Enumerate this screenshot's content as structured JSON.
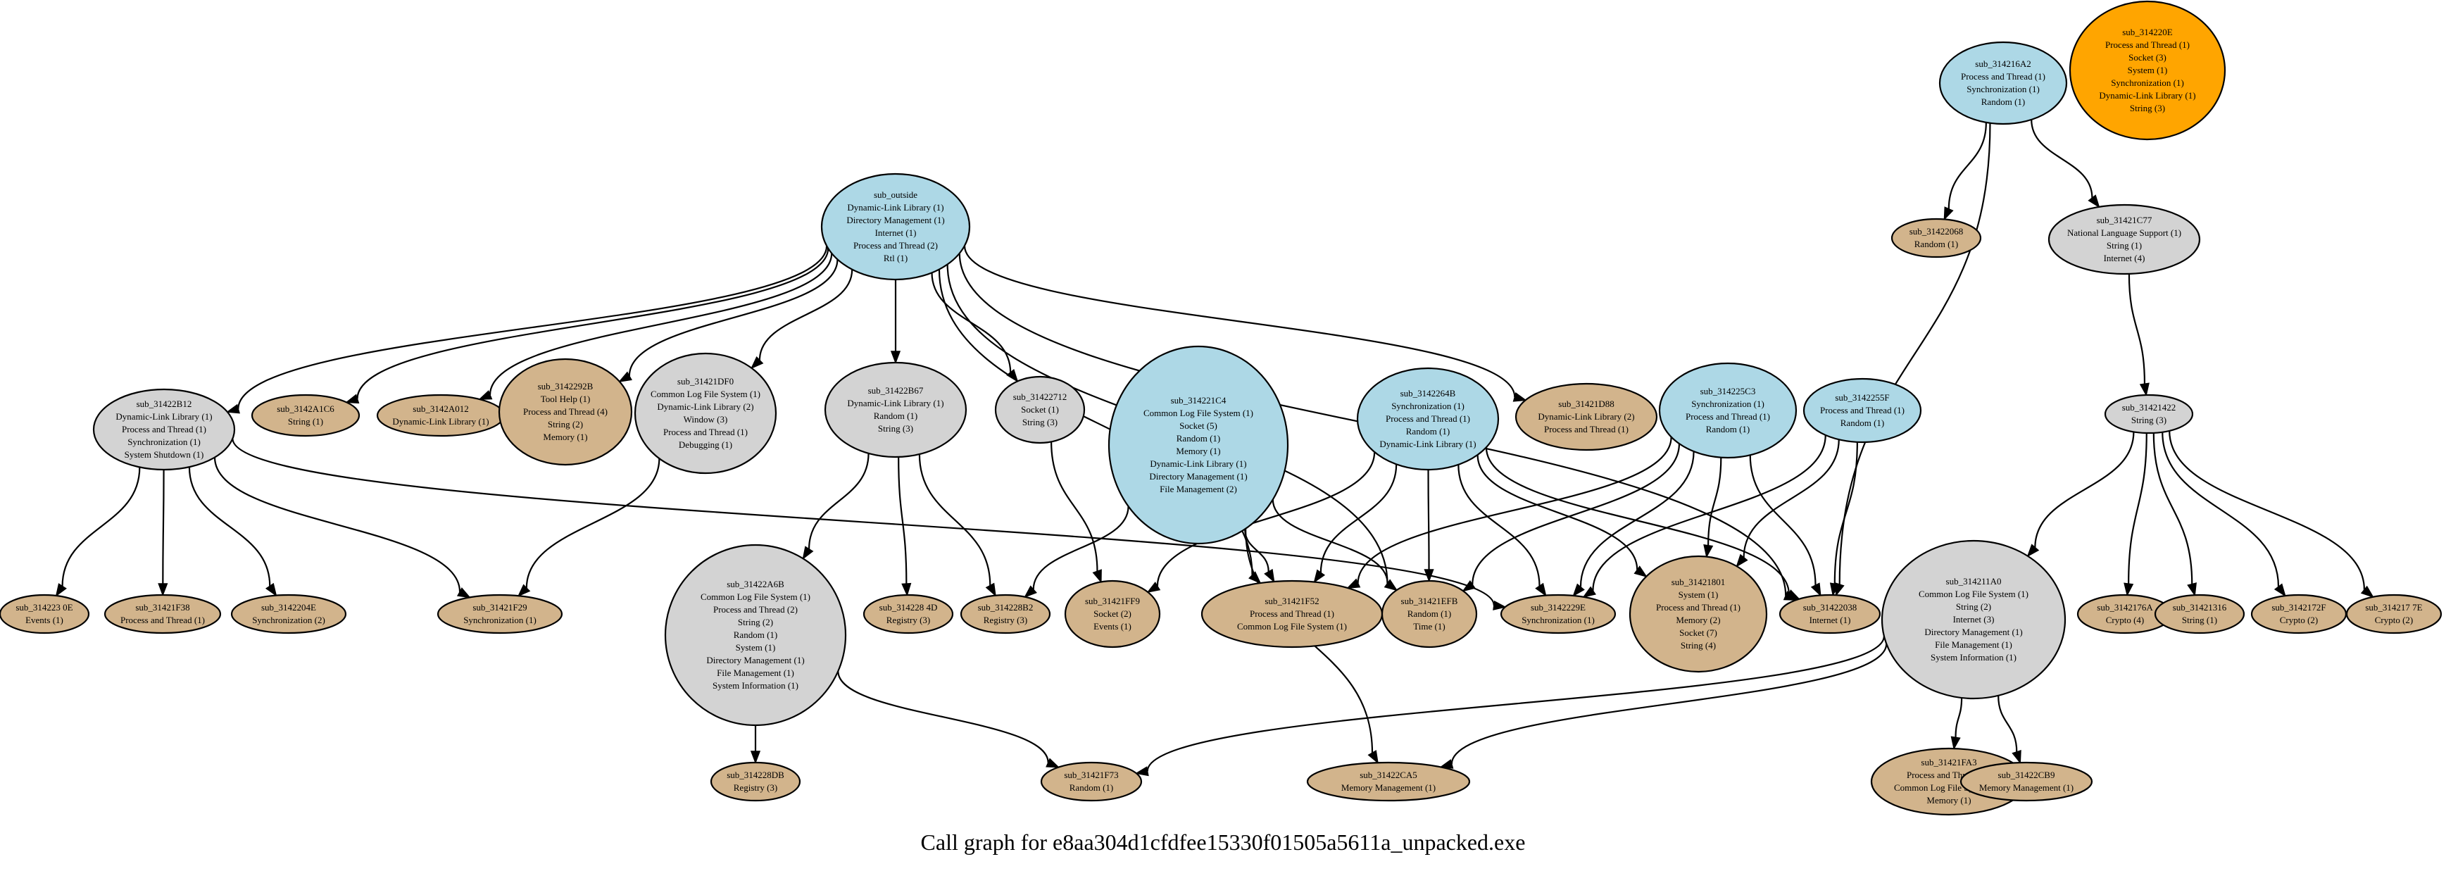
{
  "caption": "Call graph for e8aa304d1cfdfee15330f01505a5611a_unpacked.exe",
  "palette": {
    "blue": "#add8e6",
    "gray": "#d3d3d3",
    "tan": "#d2b48c",
    "orange": "#ffa500"
  },
  "nodes": [
    {
      "id": "sub_outside",
      "color": "blue",
      "lines": [
        "Dynamic-Link Library (1)",
        "Directory Management (1)",
        "Internet (1)",
        "Process and Thread (2)",
        "Rtl (1)"
      ]
    },
    {
      "id": "sub_314216A2",
      "color": "blue",
      "lines": [
        "Process and Thread (1)",
        "Synchronization (1)",
        "Random (1)"
      ]
    },
    {
      "id": "sub_314220E",
      "color": "orange",
      "lines": [
        "Process and Thread (1)",
        "Socket (3)",
        "System (1)",
        "Synchronization (1)",
        "Dynamic-Link Library (1)",
        "String (3)"
      ]
    },
    {
      "id": "sub_31422068",
      "color": "tan",
      "lines": [
        "Random (1)"
      ]
    },
    {
      "id": "sub_31421C77",
      "color": "gray",
      "lines": [
        "National Language Support (1)",
        "String (1)",
        "Internet (4)"
      ]
    },
    {
      "id": "sub_31422B12",
      "color": "gray",
      "lines": [
        "Dynamic-Link Library (1)",
        "Process and Thread (1)",
        "Synchronization (1)",
        "System Shutdown (1)"
      ]
    },
    {
      "id": "sub_3142A1C6",
      "color": "tan",
      "lines": [
        "String (1)"
      ]
    },
    {
      "id": "sub_3142A012",
      "color": "tan",
      "lines": [
        "Dynamic-Link Library (1)"
      ]
    },
    {
      "id": "sub_3142292B",
      "color": "tan",
      "lines": [
        "Tool Help (1)",
        "Process and Thread (4)",
        "String (2)",
        "Memory (1)"
      ]
    },
    {
      "id": "sub_31421DF0",
      "color": "gray",
      "lines": [
        "Common Log File System (1)",
        "Dynamic-Link Library (2)",
        "Window (3)",
        "Process and Thread (1)",
        "Debugging (1)"
      ]
    },
    {
      "id": "sub_31422B67",
      "color": "gray",
      "lines": [
        "Dynamic-Link Library (1)",
        "Random (1)",
        "String (3)"
      ]
    },
    {
      "id": "sub_31422712",
      "color": "gray",
      "lines": [
        "Socket (1)",
        "String (3)"
      ]
    },
    {
      "id": "sub_314221C4",
      "color": "blue",
      "lines": [
        "Common Log File System (1)",
        "Socket (5)",
        "Random (1)",
        "Memory (1)",
        "Dynamic-Link Library (1)",
        "Directory Management (1)",
        "File Management (2)"
      ]
    },
    {
      "id": "sub_3142264B",
      "color": "blue",
      "lines": [
        "Synchronization (1)",
        "Process and Thread (1)",
        "Random (1)",
        "Dynamic-Link Library (1)"
      ]
    },
    {
      "id": "sub_31421D88",
      "color": "tan",
      "lines": [
        "Dynamic-Link Library (2)",
        "Process and Thread (1)"
      ]
    },
    {
      "id": "sub_314225C3",
      "color": "blue",
      "lines": [
        "Synchronization (1)",
        "Process and Thread (1)",
        "Random (1)"
      ]
    },
    {
      "id": "sub_3142255F",
      "color": "blue",
      "lines": [
        "Process and Thread (1)",
        "Random (1)"
      ]
    },
    {
      "id": "sub_31421422",
      "color": "gray",
      "lines": [
        "String (3)"
      ]
    },
    {
      "id": "sub_314223 0E",
      "color": "tan",
      "lines": [
        "Events (1)"
      ]
    },
    {
      "id": "sub_31421F38",
      "color": "tan",
      "lines": [
        "Process and Thread (1)"
      ]
    },
    {
      "id": "sub_3142204E",
      "color": "tan",
      "lines": [
        "Synchronization (2)"
      ]
    },
    {
      "id": "sub_31421F29",
      "color": "tan",
      "lines": [
        "Synchronization (1)"
      ]
    },
    {
      "id": "sub_31422A6B",
      "color": "gray",
      "lines": [
        "Common Log File System (1)",
        "Process and Thread (2)",
        "String (2)",
        "Random (1)",
        "System (1)",
        "Directory Management (1)",
        "File Management (1)",
        "System Information (1)"
      ]
    },
    {
      "id": "sub_314228 4D",
      "color": "tan",
      "lines": [
        "Registry (3)"
      ]
    },
    {
      "id": "sub_314228B2",
      "color": "tan",
      "lines": [
        "Registry (3)"
      ]
    },
    {
      "id": "sub_31421FF9",
      "color": "tan",
      "lines": [
        "Socket (2)",
        "Events (1)"
      ]
    },
    {
      "id": "sub_31421F52",
      "color": "tan",
      "lines": [
        "Process and Thread (1)",
        "Common Log File System (1)"
      ]
    },
    {
      "id": "sub_31421EFB",
      "color": "tan",
      "lines": [
        "Random (1)",
        "Time (1)"
      ]
    },
    {
      "id": "sub_3142229E",
      "color": "tan",
      "lines": [
        "Synchronization (1)"
      ]
    },
    {
      "id": "sub_31421801",
      "color": "tan",
      "lines": [
        "System (1)",
        "Process and Thread (1)",
        "Memory (2)",
        "Socket (7)",
        "String (4)"
      ]
    },
    {
      "id": "sub_31422038",
      "color": "tan",
      "lines": [
        "Internet (1)"
      ]
    },
    {
      "id": "sub_314211A0",
      "color": "gray",
      "lines": [
        "Common Log File System (1)",
        "String (2)",
        "Internet (3)",
        "Directory Management (1)",
        "File Management (1)",
        "System Information (1)"
      ]
    },
    {
      "id": "sub_3142176A",
      "color": "tan",
      "lines": [
        "Crypto (4)"
      ]
    },
    {
      "id": "sub_31421316",
      "color": "tan",
      "lines": [
        "String (1)"
      ]
    },
    {
      "id": "sub_3142172F",
      "color": "tan",
      "lines": [
        "Crypto (2)"
      ]
    },
    {
      "id": "sub_314217 7E",
      "color": "tan",
      "lines": [
        "Crypto (2)"
      ]
    },
    {
      "id": "sub_314228DB",
      "color": "tan",
      "lines": [
        "Registry (3)"
      ]
    },
    {
      "id": "sub_31421F73",
      "color": "tan",
      "lines": [
        "Random (1)"
      ]
    },
    {
      "id": "sub_31422CA5",
      "color": "tan",
      "lines": [
        "Memory Management (1)"
      ]
    },
    {
      "id": "sub_31421FA3",
      "color": "tan",
      "lines": [
        "Process and Thread (1)",
        "Common Log File System (1)",
        "Memory (1)"
      ]
    },
    {
      "id": "sub_31422CB9",
      "color": "tan",
      "lines": [
        "Memory Management (1)"
      ]
    }
  ]
}
